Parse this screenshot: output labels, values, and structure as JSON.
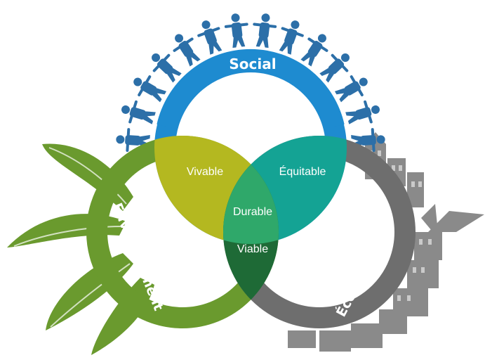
{
  "rings": {
    "social": {
      "label": "Social",
      "color": "#1e8bd0"
    },
    "environnement": {
      "label": "Environnement",
      "color": "#6a9a2e"
    },
    "economie": {
      "label": "Économie",
      "color": "#6e6e6e"
    }
  },
  "zones": {
    "vivable": {
      "label": "Vivable",
      "color": "#b4b820"
    },
    "equitable": {
      "label": "Équitable",
      "color": "#14a394"
    },
    "viable": {
      "label": "Viable",
      "color": "#1e6a36"
    },
    "durable": {
      "label": "Durable",
      "color": "#2fa86a"
    }
  },
  "decor": {
    "people_color": "#2c6fa8",
    "leaves_color": "#6a9a2e",
    "city_color": "#8a8a8a"
  }
}
